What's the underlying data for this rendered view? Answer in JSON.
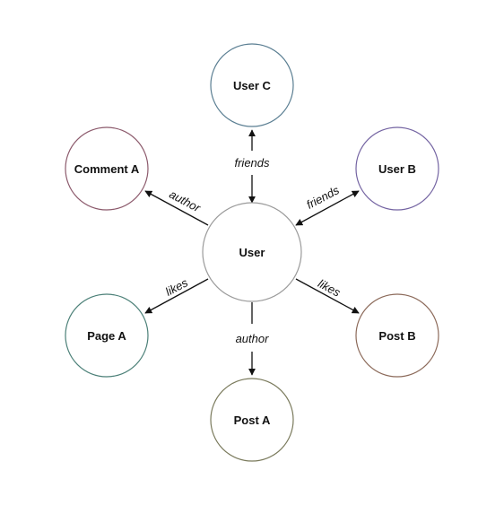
{
  "nodes": {
    "user": {
      "label": "User",
      "color": "#9b9b9b"
    },
    "user_c": {
      "label": "User C",
      "color": "#5a7e92"
    },
    "user_b": {
      "label": "User B",
      "color": "#7464a2"
    },
    "comment_a": {
      "label": "Comment A",
      "color": "#8c5a6c"
    },
    "page_a": {
      "label": "Page A",
      "color": "#4c8078"
    },
    "post_b": {
      "label": "Post B",
      "color": "#8c6a5a"
    },
    "post_a": {
      "label": "Post A",
      "color": "#7a7a5c"
    }
  },
  "edges": {
    "to_user_c": {
      "label": "friends",
      "direction": "bidirectional"
    },
    "to_user_b": {
      "label": "friends",
      "direction": "bidirectional"
    },
    "to_comment_a": {
      "label": "author",
      "direction": "outgoing"
    },
    "to_page_a": {
      "label": "likes",
      "direction": "outgoing"
    },
    "to_post_b": {
      "label": "likes",
      "direction": "outgoing"
    },
    "to_post_a": {
      "label": "author",
      "direction": "outgoing"
    }
  }
}
